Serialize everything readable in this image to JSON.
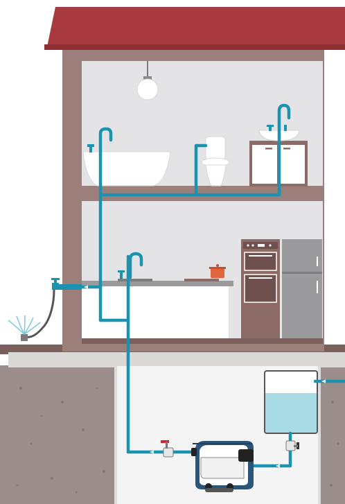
{
  "diagram": {
    "kind": "household-water-supply-illustration",
    "text_labels": [],
    "icons": [
      "roof",
      "house-walls",
      "ceiling-lamp-icon",
      "bathtub-icon",
      "toilet-icon",
      "bathroom-sink-icon",
      "kitchen-sink-icon",
      "oven-icon",
      "fridge-icon",
      "pot-icon",
      "garden-tap-icon",
      "lawn-sprinkler-icon",
      "water-pump-icon",
      "storage-tank-icon",
      "valve-icon",
      "flow-arrow-icon"
    ]
  },
  "colors": {
    "roof": "#a83a3f",
    "roof_edge": "#8f2f34",
    "walls": "#9c7f7b",
    "walls_dark": "#7e6460",
    "interior": "#e4e4e6",
    "floor": "#7a5f5c",
    "ground": "#9b8d89",
    "ground_speck": "#86786f",
    "basement": "#f4f4f4",
    "pipe": "#1b93b0",
    "water": "#a9dbe5",
    "appliance_wood": "#8c6a66",
    "fridge": "#9b9b9d",
    "pot": "#e0643c",
    "valve_red": "#c8283a",
    "pump_body": "#2a5578"
  }
}
